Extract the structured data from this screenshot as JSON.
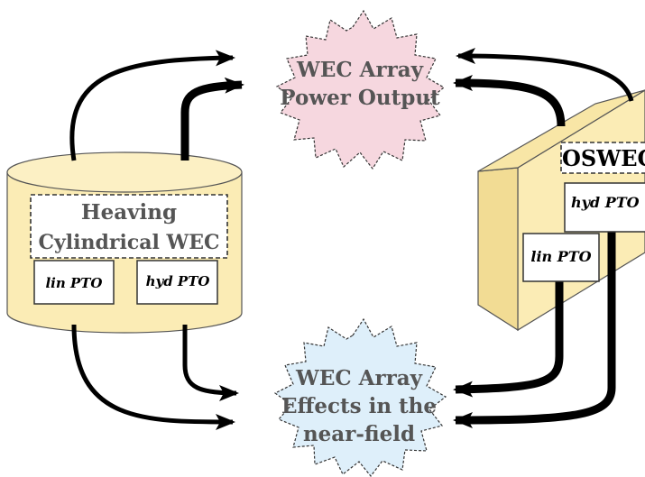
{
  "diagram": {
    "power_output": {
      "line1": "WEC Array",
      "line2": "Power Output"
    },
    "near_field": {
      "line1": "WEC Array",
      "line2": "Effects in the",
      "line3": "near-field"
    },
    "heaving_wec": {
      "title_line1": "Heaving",
      "title_line2": "Cylindrical WEC",
      "lin_pto": "lin PTO",
      "hyd_pto": "hyd PTO"
    },
    "oswec": {
      "title": "OSWEC",
      "hyd_pto": "hyd PTO",
      "lin_pto": "lin PTO"
    }
  },
  "colors": {
    "power_output_fill": "#f6d7df",
    "near_field_fill": "#deeffa",
    "device_fill": "#fbecb5",
    "device_side": "#f2dc94",
    "stroke": "#000000"
  }
}
